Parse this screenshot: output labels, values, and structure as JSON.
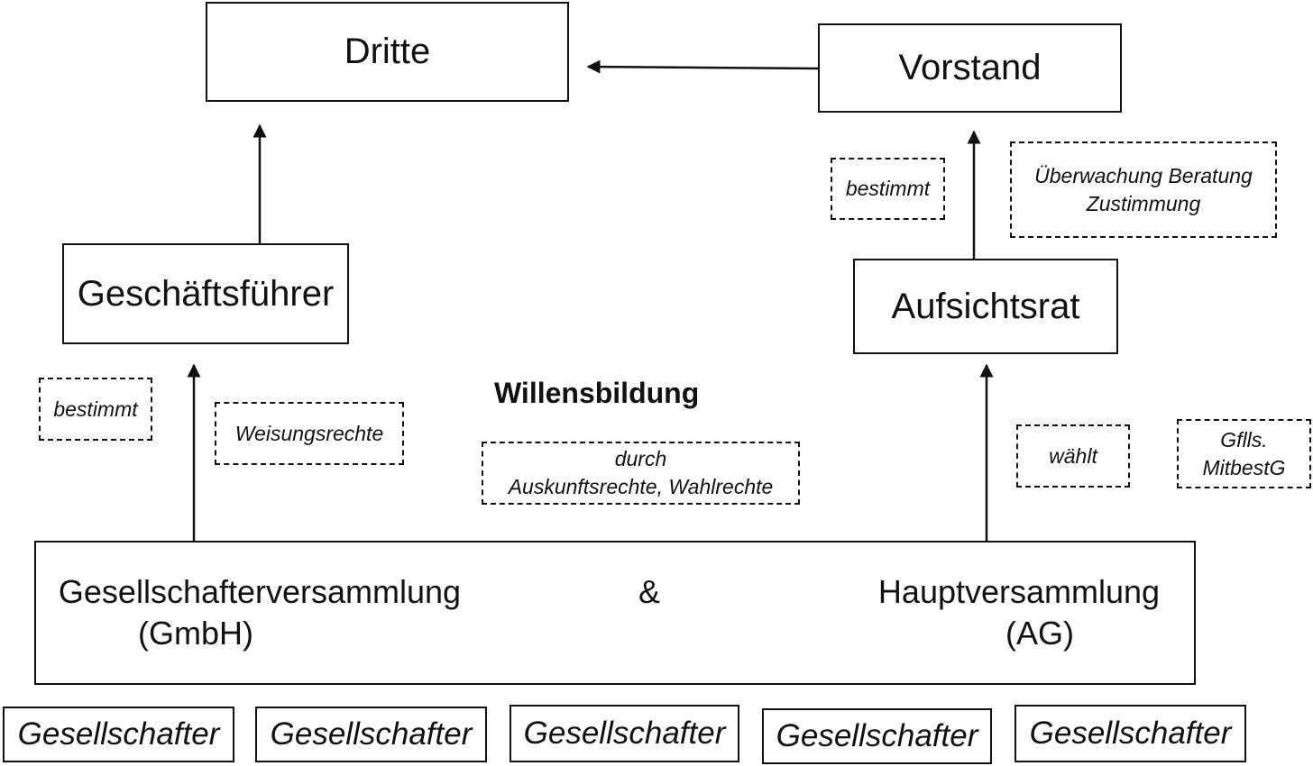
{
  "boxes": {
    "dritte": "Dritte",
    "vorstand": "Vorstand",
    "geschaeftsfuehrer": "Geschäftsführer",
    "aufsichtsrat": "Aufsichtsrat"
  },
  "heading": "Willensbildung",
  "annotations": {
    "gf_bestimmt": "bestimmt",
    "weisungsrechte": "Weisungsrechte",
    "durch_line1": "durch",
    "durch_line2": "Auskunftsrechte, Wahlrechte",
    "ar_bestimmt": "bestimmt",
    "ueberwachung_line1": "Überwachung Beratung",
    "ueberwachung_line2": "Zustimmung",
    "waehlt": "wählt",
    "mitbestg_line1": "Gflls.",
    "mitbestg_line2": "MitbestG"
  },
  "assembly": {
    "gmbh_line1": "Gesellschafterversammlung",
    "gmbh_line2": "(GmbH)",
    "ampersand": "&",
    "ag_line1": "Hauptversammlung",
    "ag_line2": "(AG)"
  },
  "members": [
    "Gesellschafter",
    "Gesellschafter",
    "Gesellschafter",
    "Gesellschafter",
    "Gesellschafter"
  ]
}
